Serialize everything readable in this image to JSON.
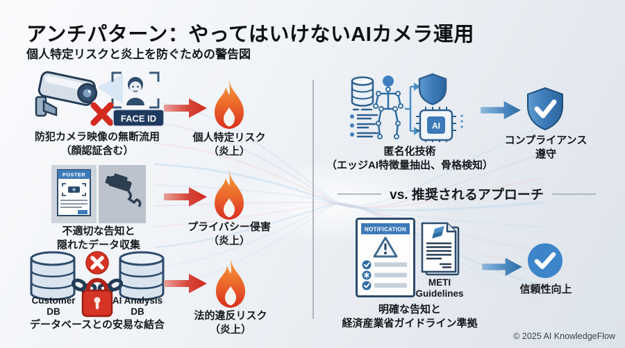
{
  "header": {
    "title": "アンチパターン：やってはいけないAIカメラ運用",
    "subtitle": "個人特定リスクと炎上を防ぐための警告図"
  },
  "antipatterns": {
    "row1": {
      "badge": "FACE ID",
      "caption1": "防犯カメラ映像の無断流用",
      "caption2": "（顔認証含む）",
      "risk1": "個人特定リスク",
      "risk2": "（炎上）"
    },
    "row2": {
      "poster": "POSTER",
      "caption1": "不適切な告知と",
      "caption2": "隠れたデータ収集",
      "risk1": "プライバシー侵害",
      "risk2": "（炎上）"
    },
    "row3": {
      "db_left1": "Customer",
      "db_left2": "DB",
      "db_right1": "AI Analysis",
      "db_right2": "DB",
      "caption": "データベースとの安易な結合",
      "risk1": "法的違反リスク",
      "risk2": "（炎上）"
    }
  },
  "recommended": {
    "divider": "vs. 推奨されるアプローチ",
    "anonymization": {
      "chip": "AI",
      "caption1": "匿名化技術",
      "caption2": "（エッジAI特徴量抽出、骨格検知）",
      "outcome1": "コンプライアンス",
      "outcome2": "遵守"
    },
    "notification": {
      "header": "NOTIFICATION",
      "doc1": "METI",
      "doc2": "Guidelines",
      "caption1": "明確な告知と",
      "caption2": "経済産業省ガイドライン準拠",
      "outcome": "信頼性向上"
    }
  },
  "footer": {
    "copyright": "© 2025 AI KnowledgeFlow"
  },
  "colors": {
    "risk_arrow": "#cf2b1f",
    "safe_arrow": "#3c7ab5",
    "flame_top": "#f5a03c",
    "flame_bottom": "#d92f1f",
    "badge_navy": "#1e3a5f",
    "steel_blue": "#3d7ab8",
    "alert_red": "#d63425"
  }
}
